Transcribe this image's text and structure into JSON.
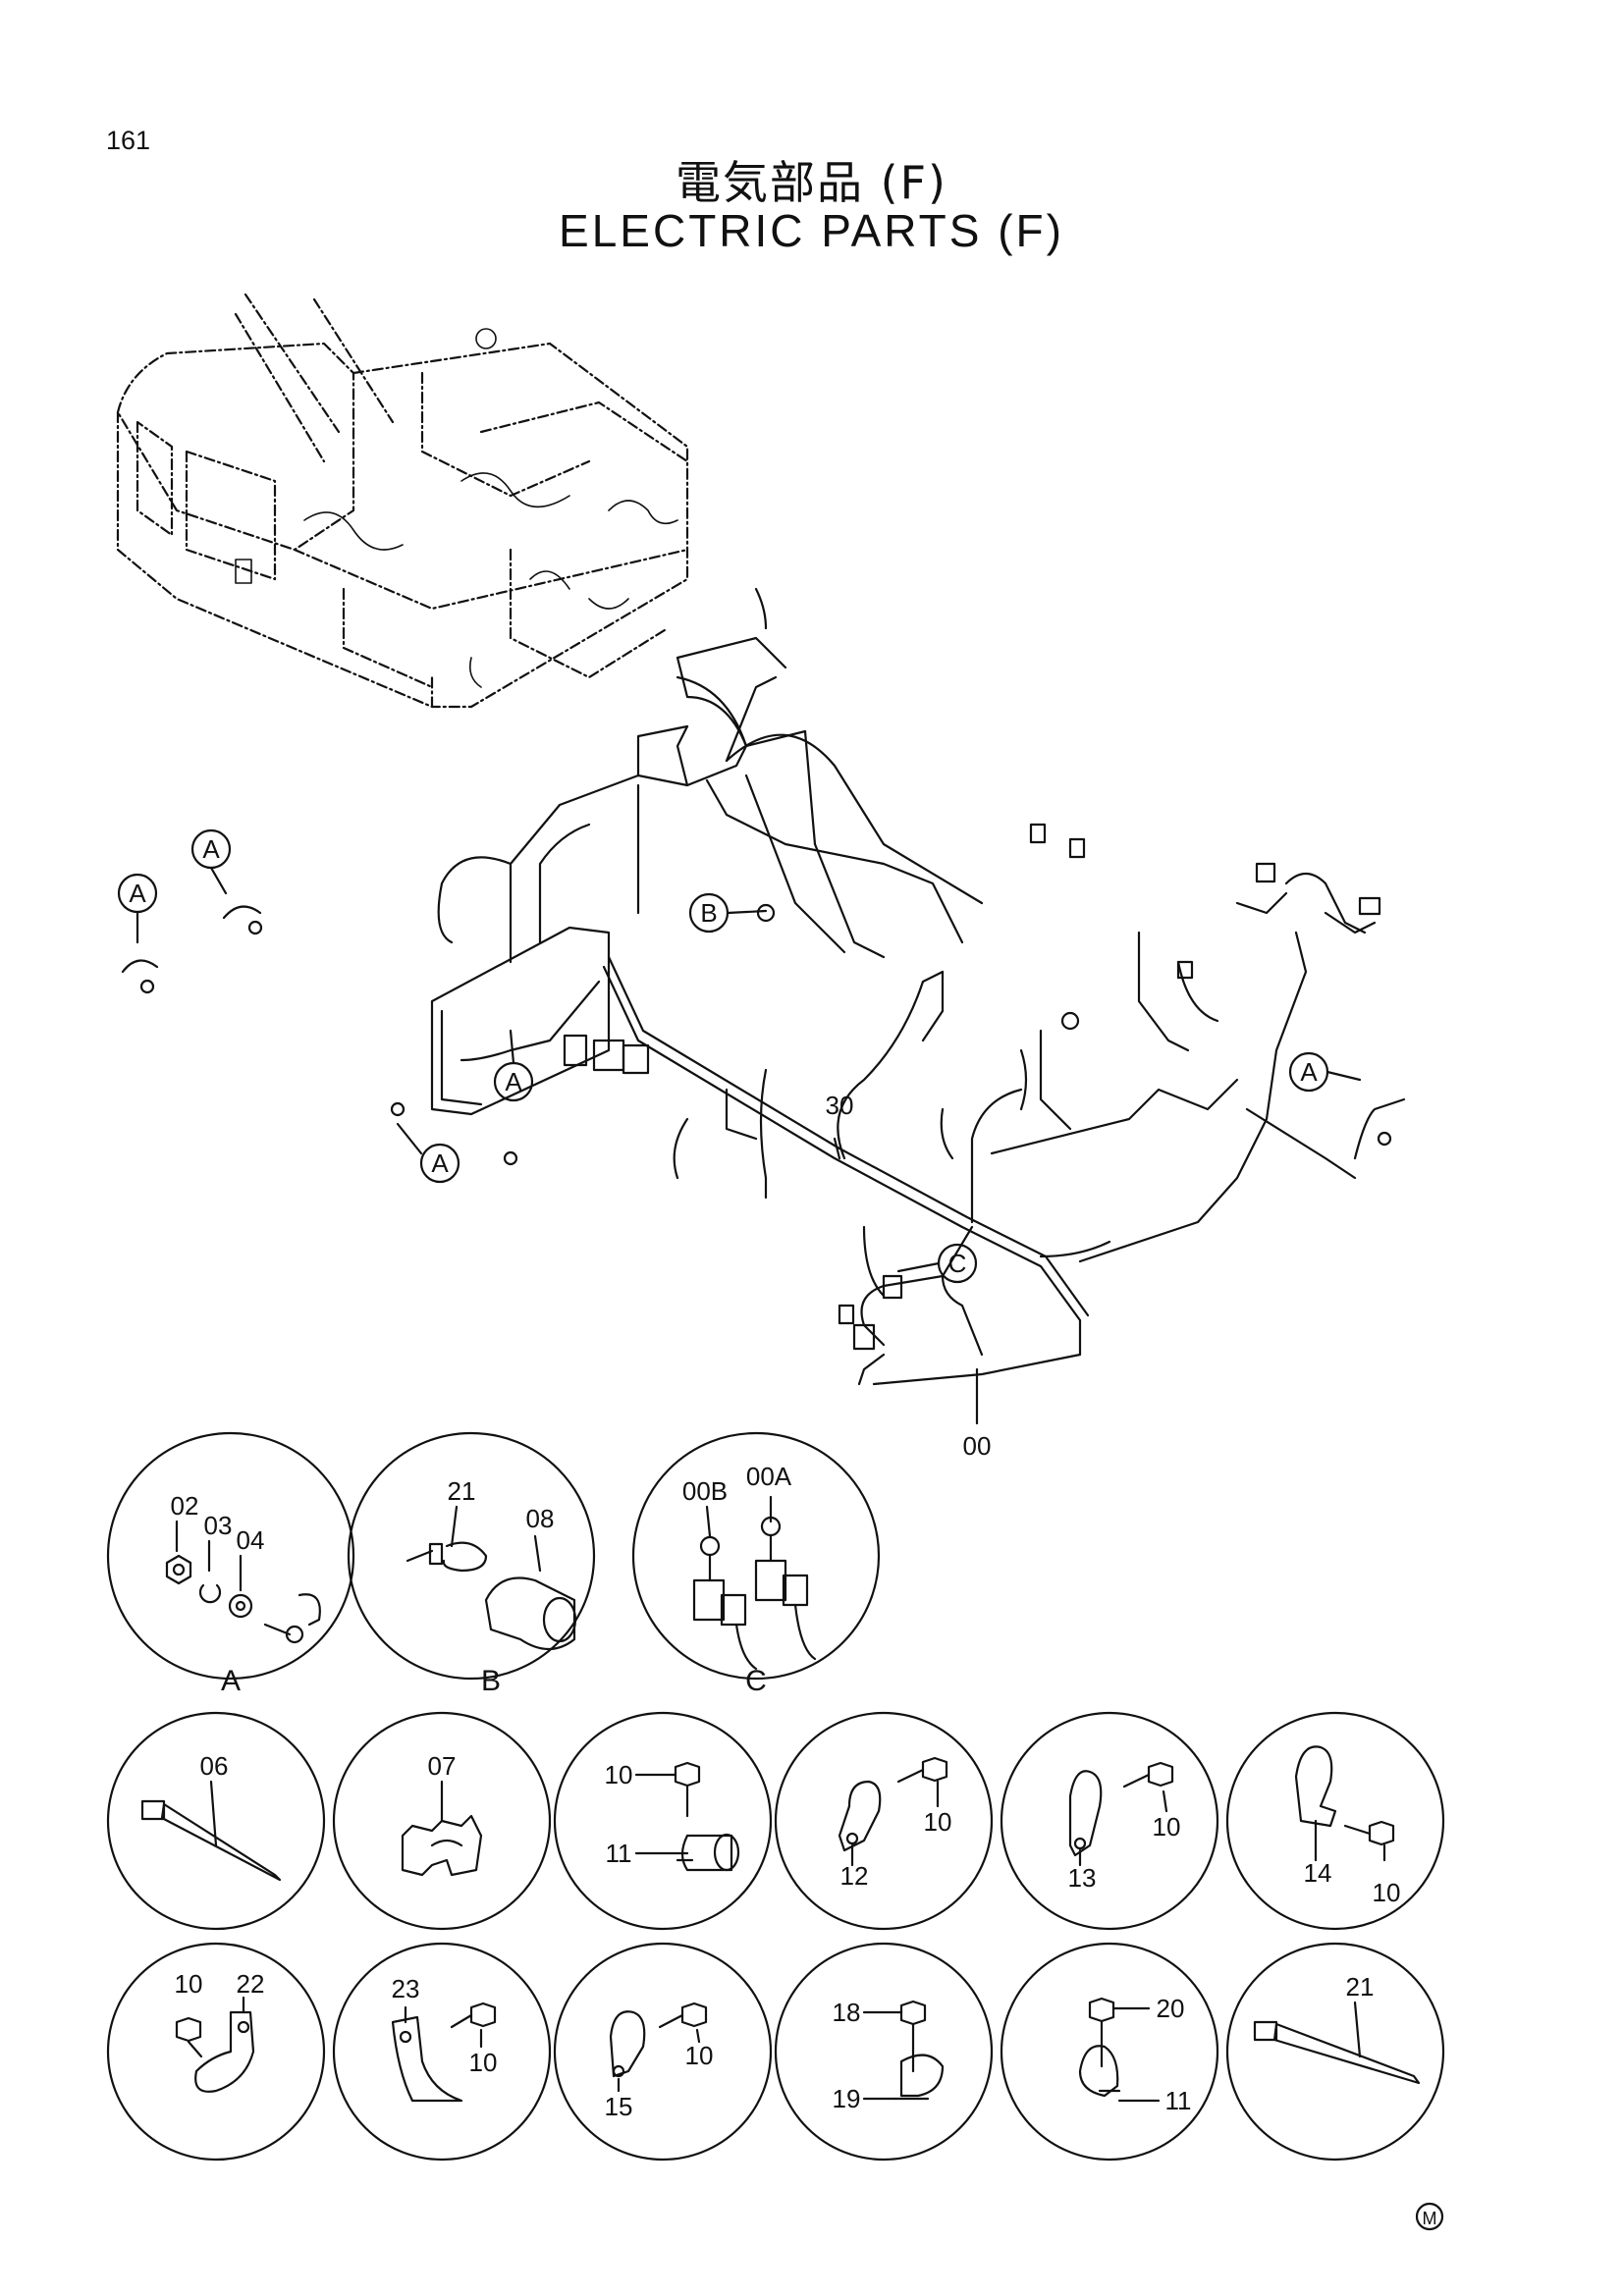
{
  "page_number": "161",
  "title_jp": "電気部品 (F)",
  "title_en": "ELECTRIC PARTS (F)",
  "callouts": {
    "A": "A",
    "B": "B",
    "C": "C",
    "harness_30": "30",
    "harness_00": "00"
  },
  "details": {
    "A": {
      "caption": "A",
      "labels": [
        "02",
        "03",
        "04"
      ]
    },
    "B": {
      "caption": "B",
      "labels": [
        "21",
        "08"
      ]
    },
    "C": {
      "caption": "C",
      "labels": [
        "00B",
        "00A"
      ]
    }
  },
  "parts_row1": [
    {
      "labels": [
        "06"
      ]
    },
    {
      "labels": [
        "07"
      ]
    },
    {
      "labels": [
        "10",
        "11"
      ]
    },
    {
      "labels": [
        "10",
        "12"
      ]
    },
    {
      "labels": [
        "10",
        "13"
      ]
    },
    {
      "labels": [
        "14",
        "10"
      ]
    }
  ],
  "parts_row2": [
    {
      "labels": [
        "10",
        "22"
      ]
    },
    {
      "labels": [
        "23",
        "10"
      ]
    },
    {
      "labels": [
        "10",
        "15"
      ]
    },
    {
      "labels": [
        "18",
        "19"
      ]
    },
    {
      "labels": [
        "20",
        "11"
      ]
    },
    {
      "labels": [
        "21"
      ]
    }
  ],
  "corner_mark": "M"
}
